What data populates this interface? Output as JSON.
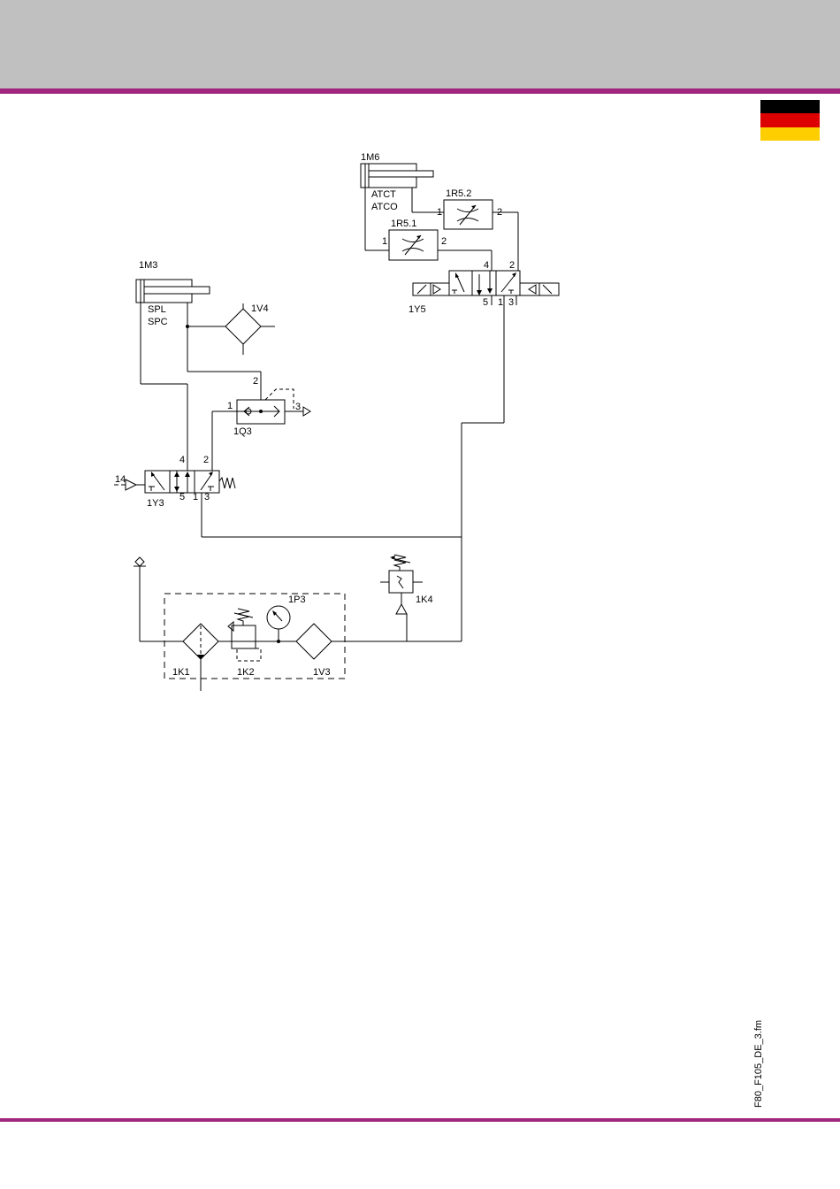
{
  "colors": {
    "header_band": "#c0c0c0",
    "accent_rule": "#a0267f",
    "flag_black": "#000000",
    "flag_red": "#dd0000",
    "flag_gold": "#ffce00"
  },
  "flag_icon": "germany-flag-icon",
  "file_ref": "F80_F105_DE_3.fm",
  "labels": {
    "m6": "1M6",
    "atct": "ATCT",
    "atco": "ATCO",
    "r52": "1R5.2",
    "r51": "1R5.1",
    "y5": "1Y5",
    "m3": "1M3",
    "spl": "SPL",
    "spc": "SPC",
    "v4": "1V4",
    "q3": "1Q3",
    "y3": "1Y3",
    "p3": "1P3",
    "k4": "1K4",
    "k1": "1K1",
    "k2": "1K2",
    "v3": "1V3",
    "port1": "1",
    "port2": "2",
    "port3": "3",
    "port4": "4",
    "port5": "5",
    "port14": "14"
  }
}
